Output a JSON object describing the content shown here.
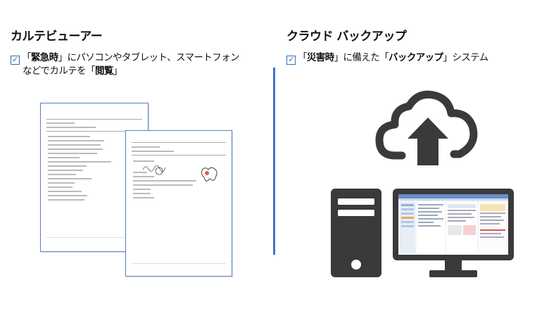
{
  "left": {
    "title": "カルテビューアー",
    "line1_prefix": "「",
    "line1_bold": "緊急時",
    "line1_rest": "」にパソコンやタブレット、スマートフォン",
    "line2_prefix": "などでカルテを「",
    "line2_bold": "閲覧",
    "line2_suffix": "」"
  },
  "right": {
    "title": "クラウド バックアップ",
    "line1_prefix": "「",
    "line1_bold1": "災害時",
    "line1_mid": "」に備えた「",
    "line1_bold2": "バックアップ",
    "line1_suffix": "」システム"
  },
  "icons": {
    "checkbox": "checkbox-icon",
    "cloud_upload": "cloud-upload-icon",
    "desktop_pc": "desktop-computer-icon"
  },
  "colors": {
    "accent": "#4472c4",
    "icon_dark": "#3a3a3a"
  }
}
